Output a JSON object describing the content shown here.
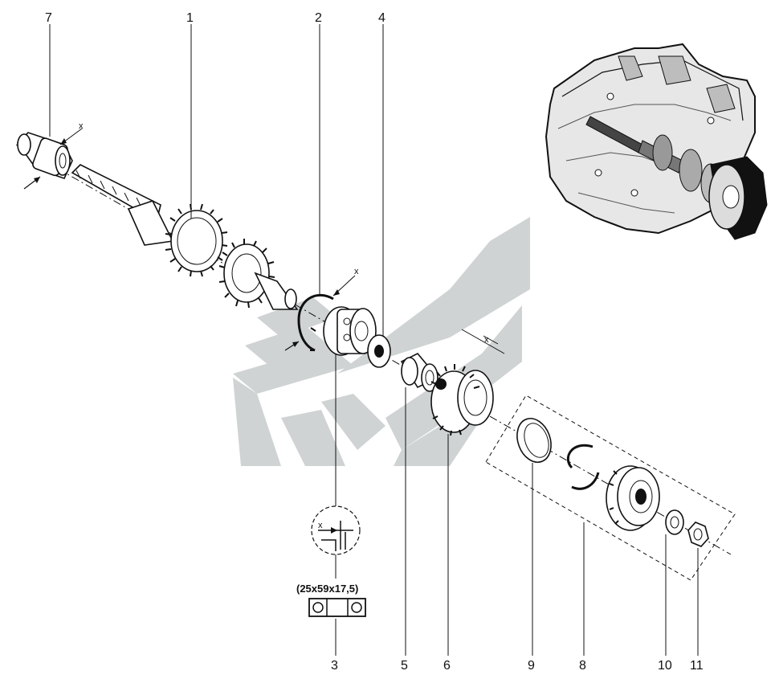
{
  "callouts": {
    "p1": "1",
    "p2": "2",
    "p3": "3",
    "p4": "4",
    "p5": "5",
    "p6": "6",
    "p7": "7",
    "p8": "8",
    "p9": "9",
    "p10": "10",
    "p11": "11"
  },
  "dimension_marker": "x",
  "bearing_spec": "(25x59x17,5)",
  "colors": {
    "watermark": "#cfd3d3",
    "ink": "#111111"
  }
}
